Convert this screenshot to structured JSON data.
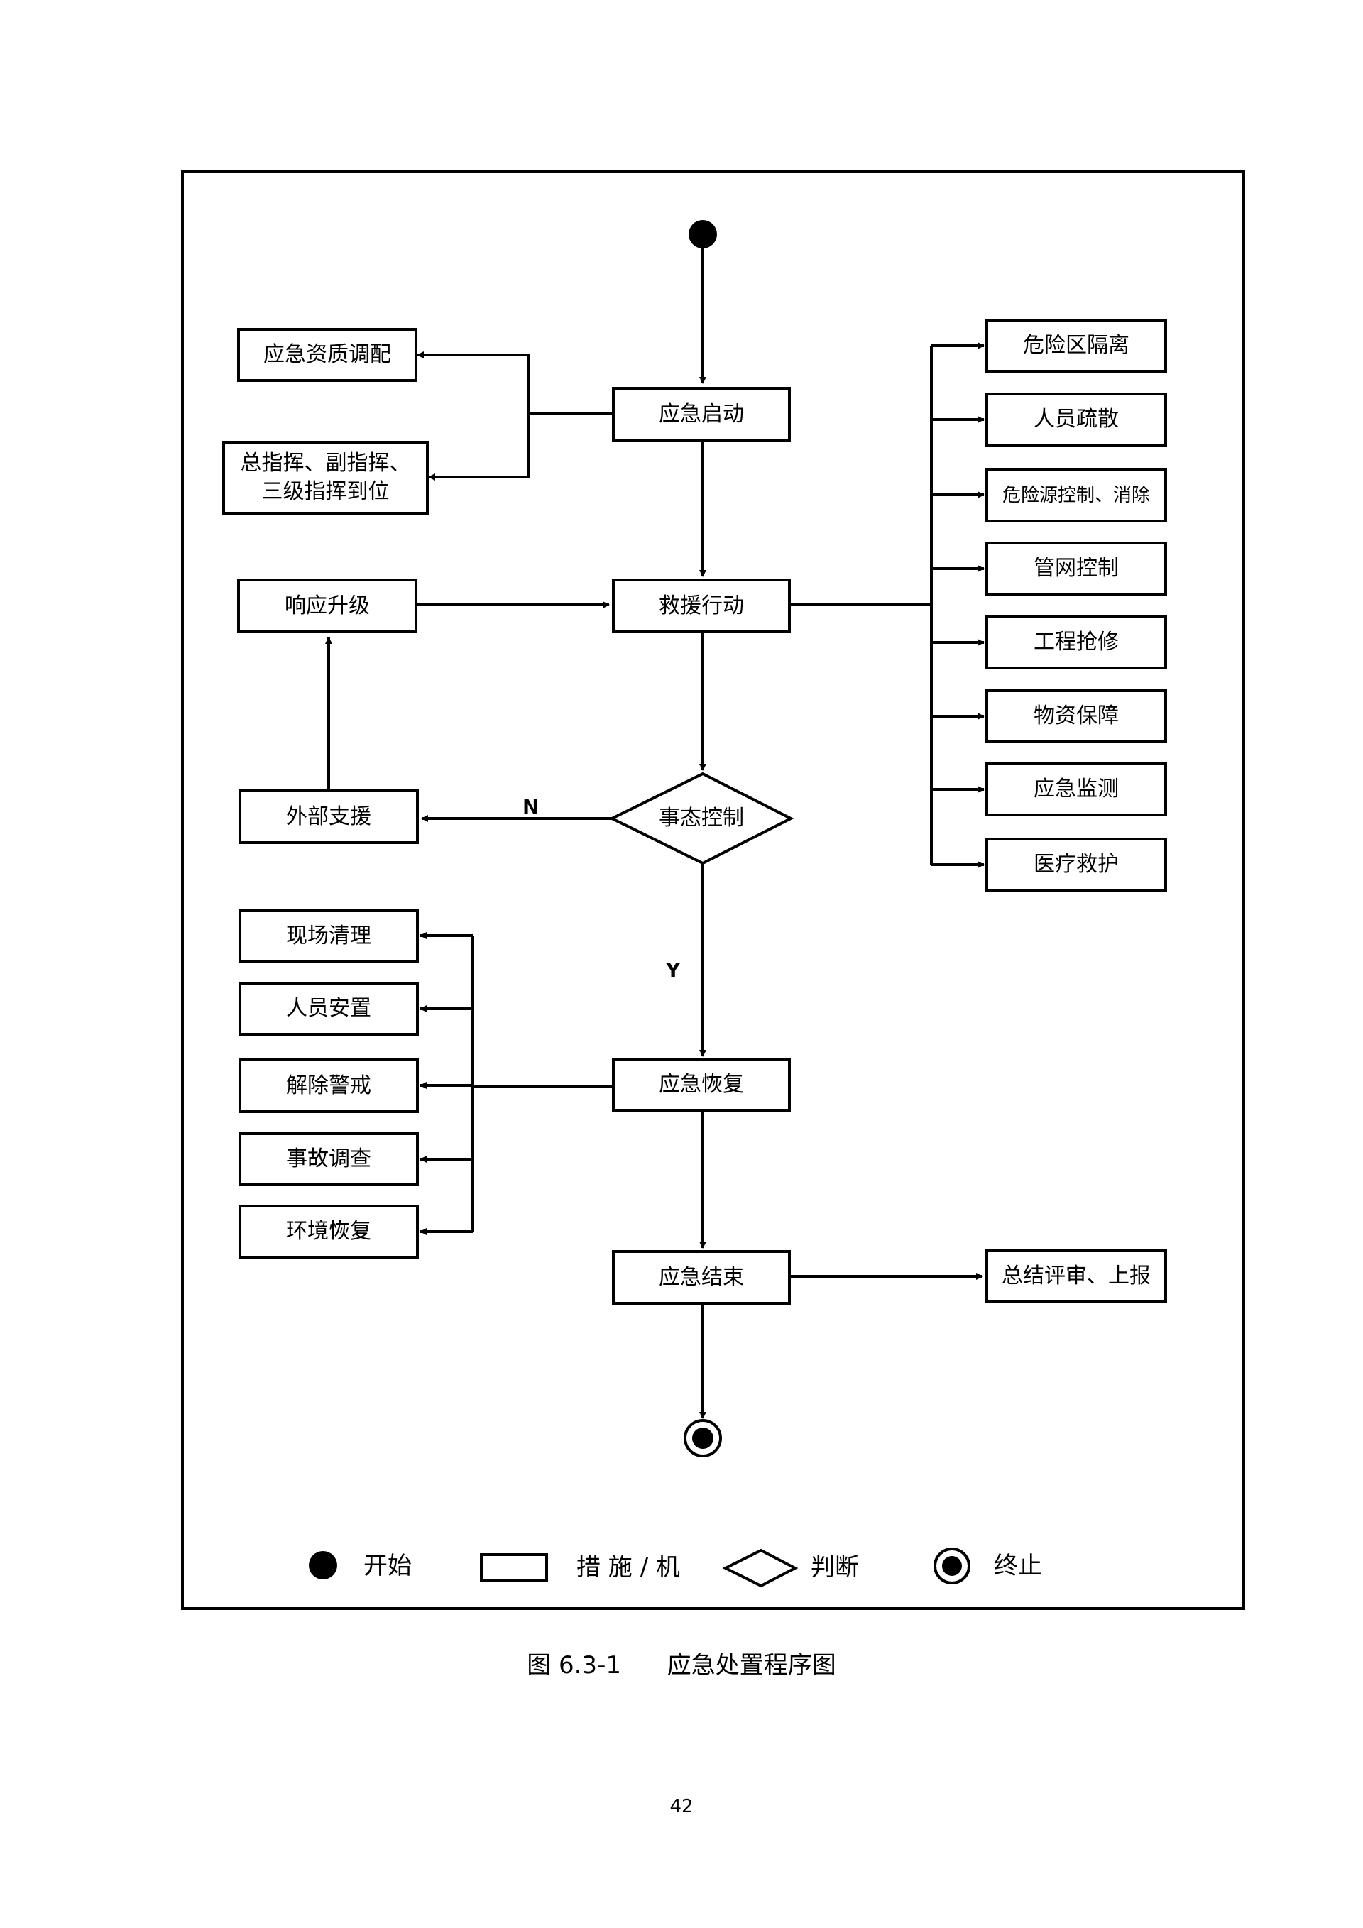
{
  "nodes": {
    "start": "",
    "activate": "应急启动",
    "supplies": "应急资质调配",
    "commander": "总指挥、副指挥、\n三级指挥到位",
    "rescue": "救援行动",
    "escalate": "响应升级",
    "decision": "事态控制",
    "external": "外部支援",
    "recovery": "应急恢复",
    "end_node": "应急结束",
    "summary": "总结评审、上报",
    "right_actions": [
      "危险区隔离",
      "人员疏散",
      "危险源控制、消除",
      "管网控制",
      "工程抢修",
      "物资保障",
      "应急监测",
      "医疗救护"
    ],
    "left_recovery": [
      "现场清理",
      "人员安置",
      "解除警戒",
      "事故调查",
      "环境恢复"
    ]
  },
  "branch_labels": {
    "no": "N",
    "yes": "Y"
  },
  "legend": {
    "start": "开始",
    "measure": "措 施 / 机",
    "judge": "判断",
    "terminate": "终止"
  },
  "caption": "图 6.3-1      应急处置程序图",
  "page_number": "42"
}
